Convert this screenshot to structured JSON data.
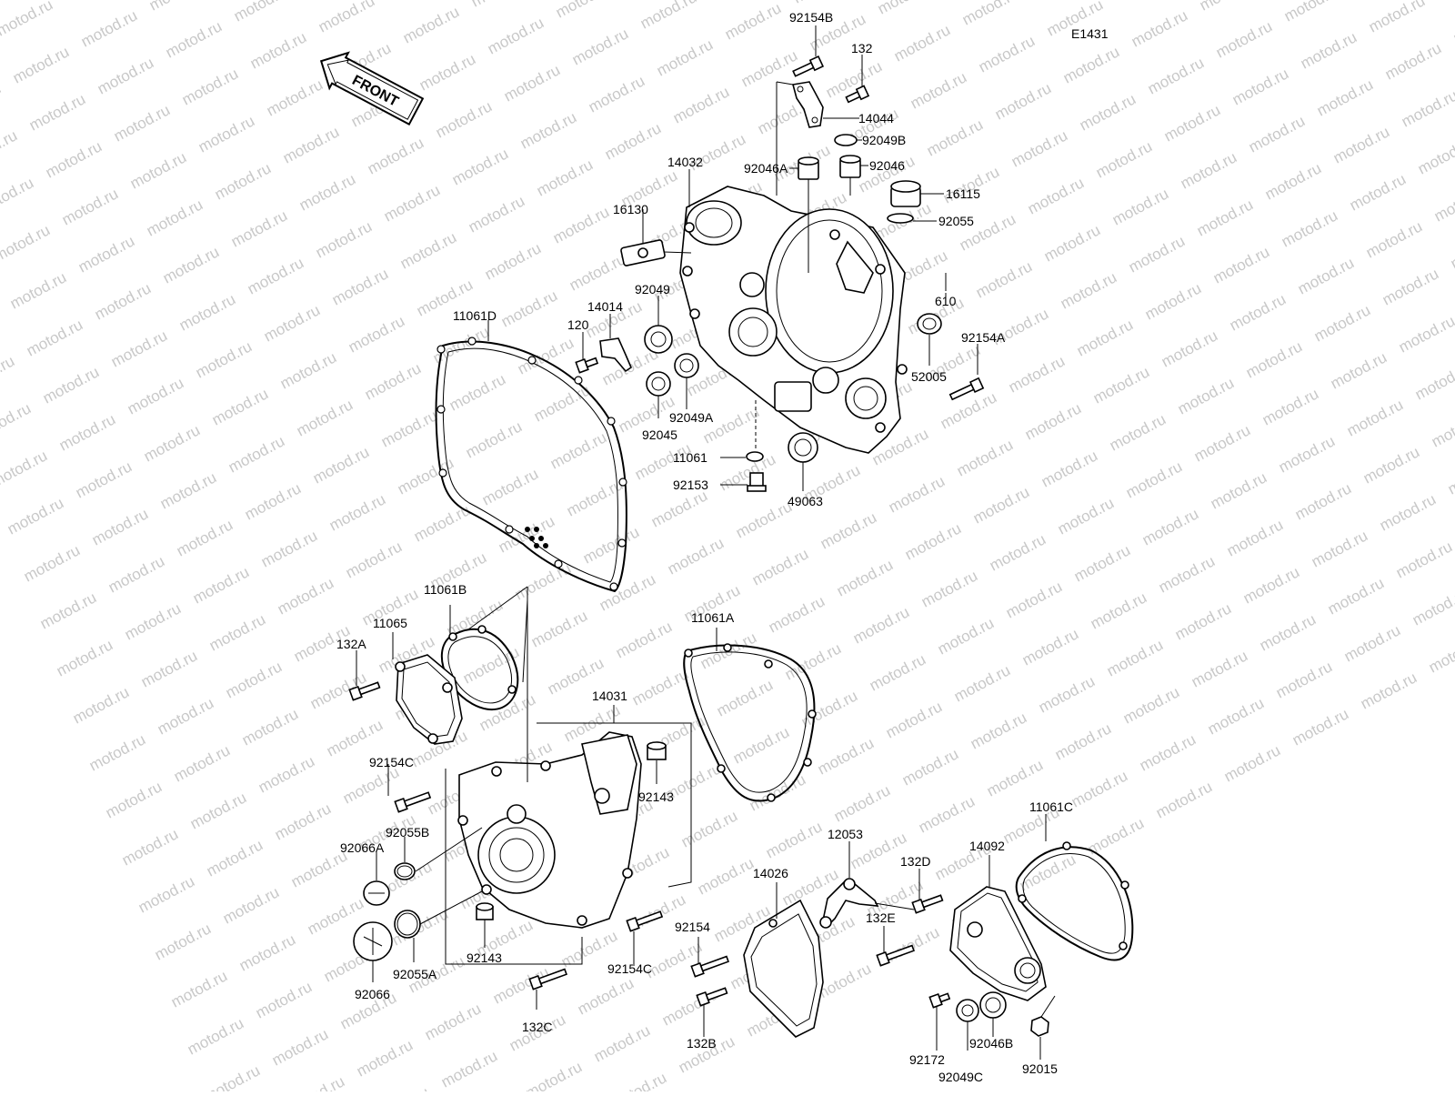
{
  "diagram": {
    "code": "E1431",
    "front_label": "FRONT",
    "watermark": "motod.ru",
    "parts": [
      {
        "ref": "92154B"
      },
      {
        "ref": "132"
      },
      {
        "ref": "14044"
      },
      {
        "ref": "92049B"
      },
      {
        "ref": "14032"
      },
      {
        "ref": "92046A"
      },
      {
        "ref": "92046"
      },
      {
        "ref": "16115"
      },
      {
        "ref": "92055"
      },
      {
        "ref": "16130"
      },
      {
        "ref": "610"
      },
      {
        "ref": "92049"
      },
      {
        "ref": "14014"
      },
      {
        "ref": "120"
      },
      {
        "ref": "11061D"
      },
      {
        "ref": "92154A"
      },
      {
        "ref": "52005"
      },
      {
        "ref": "92049A"
      },
      {
        "ref": "92045"
      },
      {
        "ref": "11061"
      },
      {
        "ref": "92153"
      },
      {
        "ref": "49063"
      },
      {
        "ref": "11061B"
      },
      {
        "ref": "11065"
      },
      {
        "ref": "132A"
      },
      {
        "ref": "11061A"
      },
      {
        "ref": "14031"
      },
      {
        "ref": "92154C"
      },
      {
        "ref": "92143"
      },
      {
        "ref": "92055B"
      },
      {
        "ref": "92066A"
      },
      {
        "ref": "92066"
      },
      {
        "ref": "92055A"
      },
      {
        "ref": "92143"
      },
      {
        "ref": "92154C"
      },
      {
        "ref": "132C"
      },
      {
        "ref": "12053"
      },
      {
        "ref": "14026"
      },
      {
        "ref": "92154"
      },
      {
        "ref": "132B"
      },
      {
        "ref": "11061C"
      },
      {
        "ref": "14092"
      },
      {
        "ref": "132D"
      },
      {
        "ref": "132E"
      },
      {
        "ref": "92172"
      },
      {
        "ref": "92049C"
      },
      {
        "ref": "92046B"
      },
      {
        "ref": "92015"
      }
    ]
  }
}
